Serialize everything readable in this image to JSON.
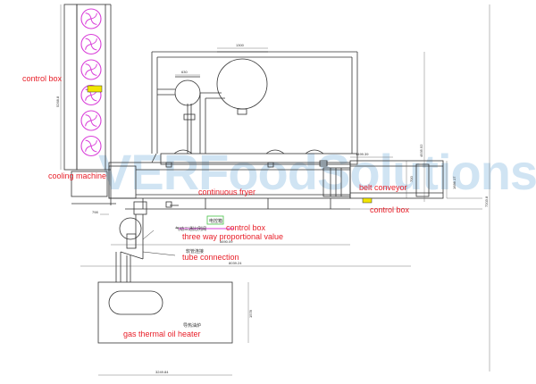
{
  "watermark": "VERFoodSolutions",
  "labels": {
    "control_box_left": "control box",
    "cooling_machine": "cooling machine",
    "continuous_fryer": "continuous fryer",
    "belt_conveyor": "belt conveyor",
    "control_box_right": "control box",
    "control_box_center": "control box",
    "three_way_valve": "three way proportional value",
    "tube_connection": "tube connection",
    "gas_thermal_oil_heater": "gas thermal oil heater"
  },
  "chinese_notes": {
    "valve": "气动三通比例阀",
    "tube": "软管连接",
    "heater": "导热油炉",
    "box": "电控箱"
  },
  "dimensions": {
    "d1300": "1300",
    "d630": "630",
    "d5268": "5268.8",
    "d1499": "1499.39",
    "d4535": "4535.52",
    "d1686": "1686.17",
    "d7203": "7203.8",
    "d798": "798",
    "d6690": "6690.09",
    "d8039": "8039.24",
    "d1578": "1578",
    "d3249": "3249.84",
    "d700": "700"
  },
  "colors": {
    "label": "#e8202a",
    "fan": "#d93fd9",
    "watermark": "#5aa0d6",
    "box_yellow": "#f2e600",
    "box_green": "#46c246",
    "line": "#333333"
  }
}
